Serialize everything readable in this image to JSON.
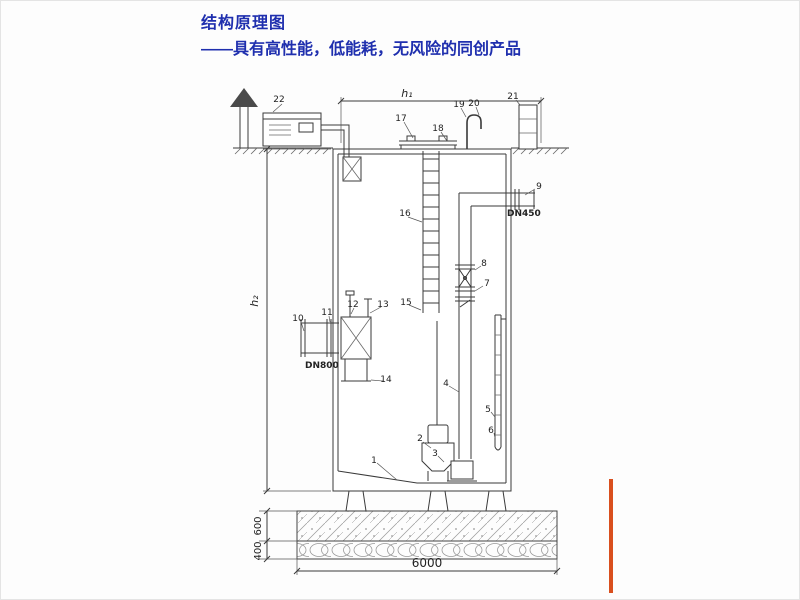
{
  "header": {
    "title": "结构原理图",
    "subtitle": "——具有高性能，低能耗，无风险的同创产品"
  },
  "diagram": {
    "callouts": {
      "c1": "1",
      "c2": "2",
      "c3": "3",
      "c4": "4",
      "c5": "5",
      "c6": "6",
      "c7": "7",
      "c8": "8",
      "c9": "9",
      "c10": "10",
      "c11": "11",
      "c12": "12",
      "c13": "13",
      "c14": "14",
      "c15": "15",
      "c16": "16",
      "c17": "17",
      "c18": "18",
      "c19": "19",
      "c20": "20",
      "c21": "21",
      "c22": "22"
    },
    "dims": {
      "h1": "h₁",
      "h2": "h₂",
      "slab_thickness": "600",
      "gravel_thickness": "400",
      "base_width": "6000"
    },
    "pipes": {
      "outlet": "DN450",
      "inlet": "DN800"
    },
    "colors": {
      "title_blue": "#1f2fae",
      "accent_orange": "#d94f1e",
      "line": "#3a3a3a"
    }
  }
}
